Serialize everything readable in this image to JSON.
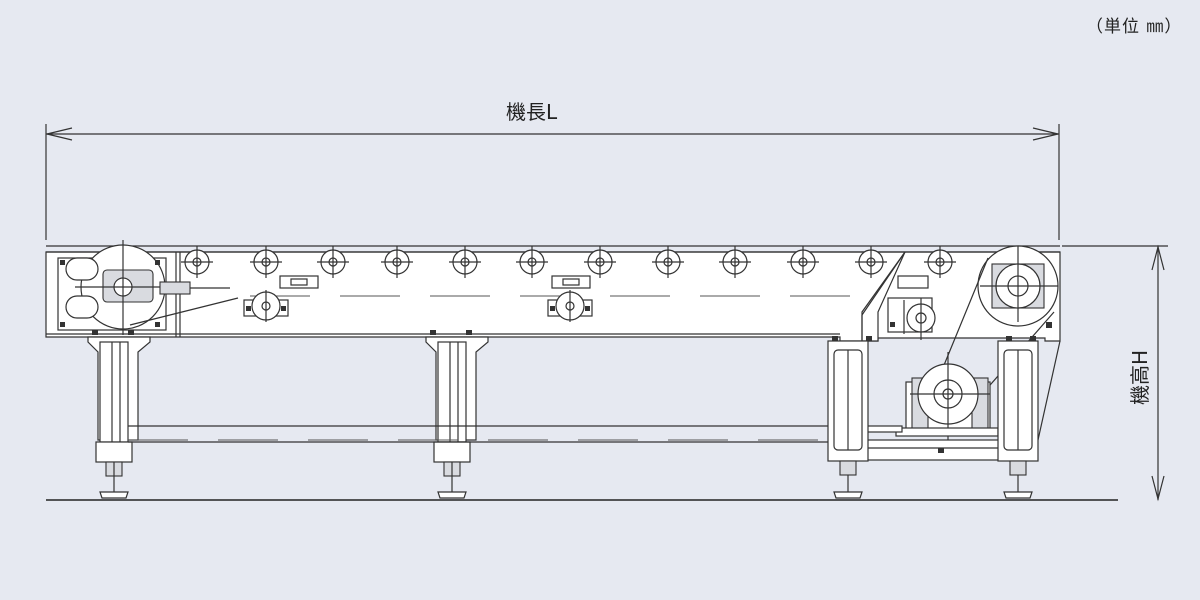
{
  "labels": {
    "unit": "（単位 ㎜）",
    "machine_length": "機長L",
    "machine_height": "機高H"
  },
  "colors": {
    "background": "#e6e9f1",
    "line": "#333333",
    "fill": "#ffffff"
  }
}
